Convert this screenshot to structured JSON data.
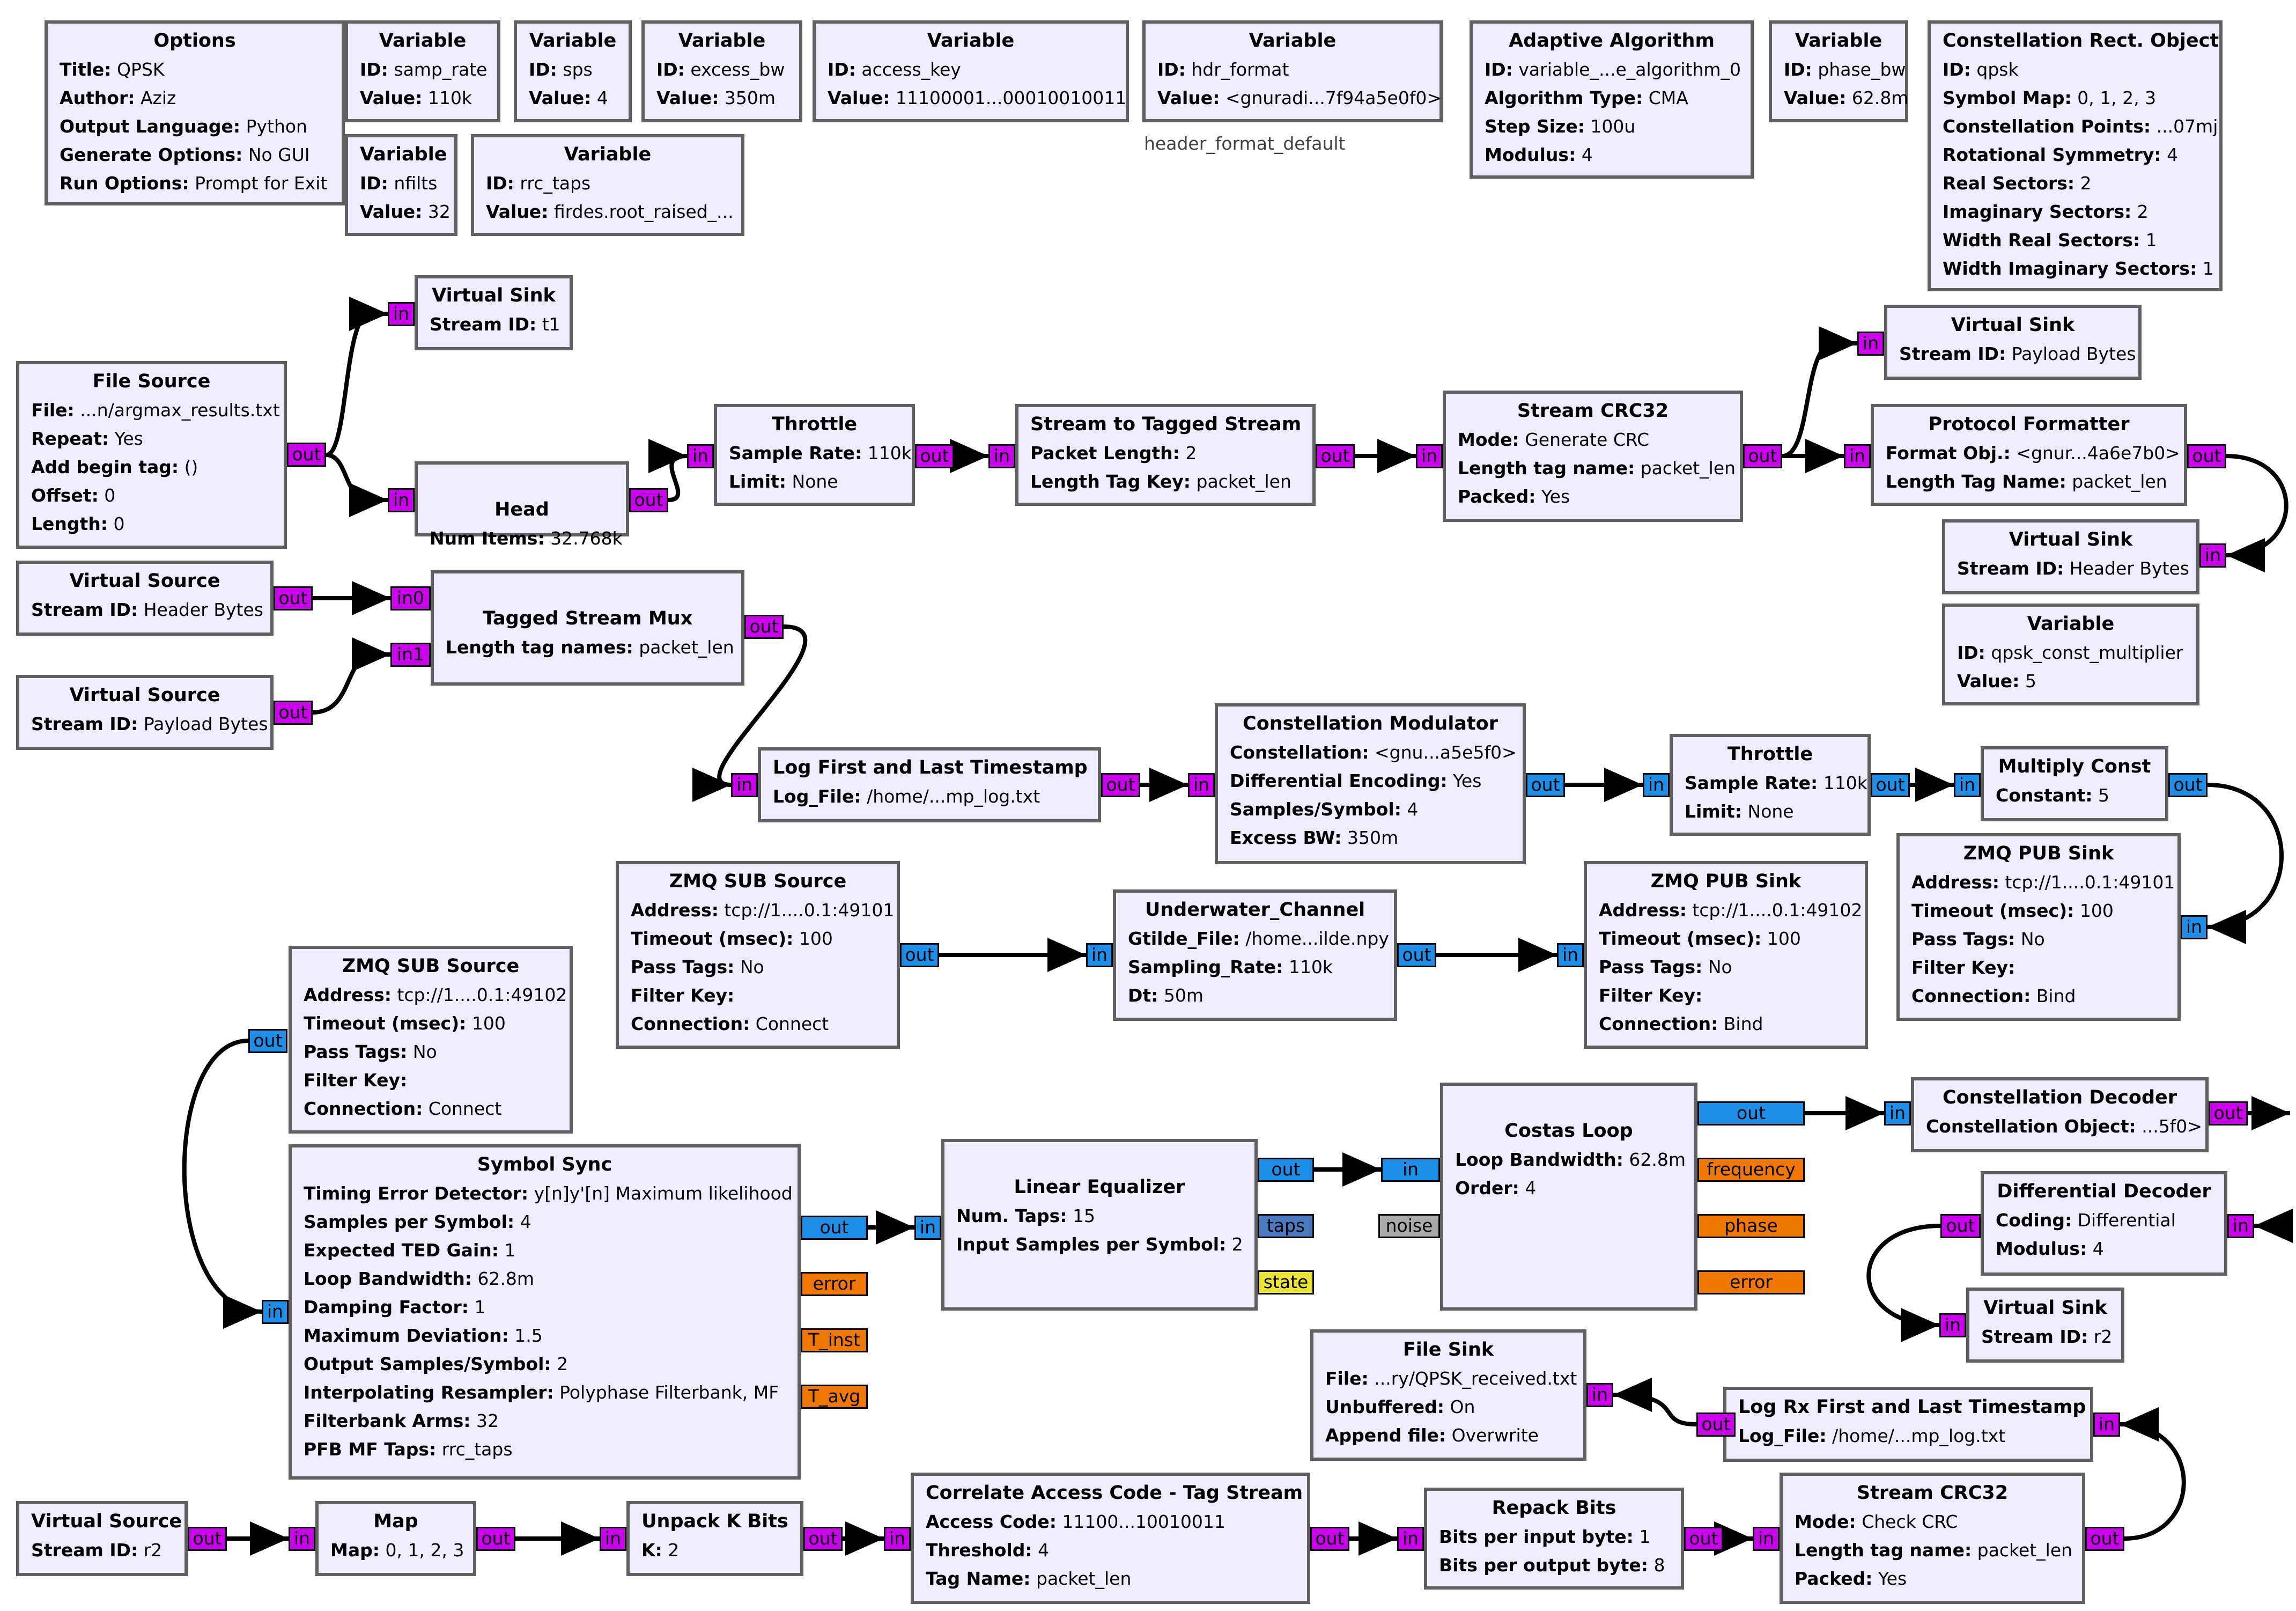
{
  "blocks": [
    {
      "id": "options",
      "title": "Options",
      "rows": [
        [
          "Title:",
          "QPSK"
        ],
        [
          "Author:",
          "Aziz"
        ],
        [
          "Output Language:",
          "Python"
        ],
        [
          "Generate Options:",
          "No GUI"
        ],
        [
          "Run Options:",
          "Prompt for Exit"
        ]
      ]
    },
    {
      "id": "var_samp_rate",
      "title": "Variable",
      "rows": [
        [
          "ID:",
          "samp_rate"
        ],
        [
          "Value:",
          "110k"
        ]
      ]
    },
    {
      "id": "var_sps",
      "title": "Variable",
      "rows": [
        [
          "ID:",
          "sps"
        ],
        [
          "Value:",
          "4"
        ]
      ]
    },
    {
      "id": "var_excess_bw",
      "title": "Variable",
      "rows": [
        [
          "ID:",
          "excess_bw"
        ],
        [
          "Value:",
          "350m"
        ]
      ]
    },
    {
      "id": "var_access_key",
      "title": "Variable",
      "rows": [
        [
          "ID:",
          "access_key"
        ],
        [
          "Value:",
          "11100001...00010010011"
        ]
      ]
    },
    {
      "id": "var_hdr_format",
      "title": "Variable",
      "rows": [
        [
          "ID:",
          "hdr_format"
        ],
        [
          "Value:",
          "<gnuradi...7f94a5e0f0>"
        ]
      ]
    },
    {
      "id": "adaptive_alg",
      "title": "Adaptive Algorithm",
      "rows": [
        [
          "ID:",
          "variable_...e_algorithm_0"
        ],
        [
          "Algorithm Type:",
          "CMA"
        ],
        [
          "Step Size:",
          "100u"
        ],
        [
          "Modulus:",
          "4"
        ]
      ]
    },
    {
      "id": "var_phase_bw",
      "title": "Variable",
      "rows": [
        [
          "ID:",
          "phase_bw"
        ],
        [
          "Value:",
          "62.8m"
        ]
      ]
    },
    {
      "id": "const_rect",
      "title": "Constellation Rect. Object",
      "rows": [
        [
          "ID:",
          "qpsk"
        ],
        [
          "Symbol Map:",
          "0, 1, 2, 3"
        ],
        [
          "Constellation Points:",
          "...07mj"
        ],
        [
          "Rotational Symmetry:",
          "4"
        ],
        [
          "Real Sectors:",
          "2"
        ],
        [
          "Imaginary Sectors:",
          "2"
        ],
        [
          "Width Real Sectors:",
          "1"
        ],
        [
          "Width Imaginary Sectors:",
          "1"
        ]
      ]
    },
    {
      "id": "var_nfilts",
      "title": "Variable",
      "rows": [
        [
          "ID:",
          "nfilts"
        ],
        [
          "Value:",
          "32"
        ]
      ]
    },
    {
      "id": "var_rrc_taps",
      "title": "Variable",
      "rows": [
        [
          "ID:",
          "rrc_taps"
        ],
        [
          "Value:",
          "firdes.root_raised_..."
        ]
      ]
    },
    {
      "id": "vsink_t1",
      "title": "Virtual Sink",
      "rows": [
        [
          "Stream ID:",
          "t1"
        ]
      ]
    },
    {
      "id": "file_source",
      "title": "File Source",
      "rows": [
        [
          "File:",
          "...n/argmax_results.txt"
        ],
        [
          "Repeat:",
          "Yes"
        ],
        [
          "Add begin tag:",
          "()"
        ],
        [
          "Offset:",
          "0"
        ],
        [
          "Length:",
          "0"
        ]
      ]
    },
    {
      "id": "head",
      "title": "Head",
      "rows": [
        [
          "Num Items:",
          "32.768k"
        ]
      ]
    },
    {
      "id": "throttle1",
      "title": "Throttle",
      "rows": [
        [
          "Sample Rate:",
          "110k"
        ],
        [
          "Limit:",
          "None"
        ]
      ]
    },
    {
      "id": "s2ts",
      "title": "Stream to Tagged Stream",
      "rows": [
        [
          "Packet Length:",
          "2"
        ],
        [
          "Length Tag Key:",
          "packet_len"
        ]
      ]
    },
    {
      "id": "crc_gen",
      "title": "Stream CRC32",
      "rows": [
        [
          "Mode:",
          "Generate CRC"
        ],
        [
          "Length tag name:",
          "packet_len"
        ],
        [
          "Packed:",
          "Yes"
        ]
      ]
    },
    {
      "id": "vsink_payload",
      "title": "Virtual Sink",
      "rows": [
        [
          "Stream ID:",
          "Payload Bytes"
        ]
      ]
    },
    {
      "id": "proto_fmt",
      "title": "Protocol Formatter",
      "rows": [
        [
          "Format Obj.:",
          "<gnur...4a6e7b0>"
        ],
        [
          "Length Tag Name:",
          "packet_len"
        ]
      ]
    },
    {
      "id": "vsink_header",
      "title": "Virtual Sink",
      "rows": [
        [
          "Stream ID:",
          "Header Bytes"
        ]
      ]
    },
    {
      "id": "var_qpsk_mult",
      "title": "Variable",
      "rows": [
        [
          "ID:",
          "qpsk_const_multiplier"
        ],
        [
          "Value:",
          "5"
        ]
      ]
    },
    {
      "id": "vsrc_header",
      "title": "Virtual Source",
      "rows": [
        [
          "Stream ID:",
          "Header Bytes"
        ]
      ]
    },
    {
      "id": "vsrc_payload",
      "title": "Virtual Source",
      "rows": [
        [
          "Stream ID:",
          "Payload Bytes"
        ]
      ]
    },
    {
      "id": "ts_mux",
      "title": "Tagged Stream Mux",
      "rows": [
        [
          "Length tag names:",
          "packet_len"
        ]
      ]
    },
    {
      "id": "log_ts",
      "title": "Log First and Last Timestamp",
      "rows": [
        [
          "Log_File:",
          "/home/...mp_log.txt"
        ]
      ]
    },
    {
      "id": "const_mod",
      "title": "Constellation Modulator",
      "rows": [
        [
          "Constellation:",
          "<gnu...a5e5f0>"
        ],
        [
          "Differential Encoding:",
          "Yes"
        ],
        [
          "Samples/Symbol:",
          "4"
        ],
        [
          "Excess BW:",
          "350m"
        ]
      ]
    },
    {
      "id": "throttle2",
      "title": "Throttle",
      "rows": [
        [
          "Sample Rate:",
          "110k"
        ],
        [
          "Limit:",
          "None"
        ]
      ]
    },
    {
      "id": "mult_const",
      "title": "Multiply Const",
      "rows": [
        [
          "Constant:",
          "5"
        ]
      ]
    },
    {
      "id": "zmq_sub1",
      "title": "ZMQ SUB Source",
      "rows": [
        [
          "Address:",
          "tcp://1....0.1:49101"
        ],
        [
          "Timeout (msec):",
          "100"
        ],
        [
          "Pass Tags:",
          "No"
        ],
        [
          "Filter Key:",
          ""
        ],
        [
          "Connection:",
          "Connect"
        ]
      ]
    },
    {
      "id": "uw_channel",
      "title": "Underwater_Channel",
      "rows": [
        [
          "Gtilde_File:",
          "/home...ilde.npy"
        ],
        [
          "Sampling_Rate:",
          "110k"
        ],
        [
          "Dt:",
          "50m"
        ]
      ]
    },
    {
      "id": "zmq_pub2",
      "title": "ZMQ PUB Sink",
      "rows": [
        [
          "Address:",
          "tcp://1....0.1:49102"
        ],
        [
          "Timeout (msec):",
          "100"
        ],
        [
          "Pass Tags:",
          "No"
        ],
        [
          "Filter Key:",
          ""
        ],
        [
          "Connection:",
          "Bind"
        ]
      ]
    },
    {
      "id": "zmq_pub1",
      "title": "ZMQ PUB Sink",
      "rows": [
        [
          "Address:",
          "tcp://1....0.1:49101"
        ],
        [
          "Timeout (msec):",
          "100"
        ],
        [
          "Pass Tags:",
          "No"
        ],
        [
          "Filter Key:",
          ""
        ],
        [
          "Connection:",
          "Bind"
        ]
      ]
    },
    {
      "id": "zmq_sub2",
      "title": "ZMQ SUB Source",
      "rows": [
        [
          "Address:",
          "tcp://1....0.1:49102"
        ],
        [
          "Timeout (msec):",
          "100"
        ],
        [
          "Pass Tags:",
          "No"
        ],
        [
          "Filter Key:",
          ""
        ],
        [
          "Connection:",
          "Connect"
        ]
      ]
    },
    {
      "id": "symbol_sync",
      "title": "Symbol Sync",
      "rows": [
        [
          "Timing Error Detector:",
          "y[n]y'[n] Maximum likelihood"
        ],
        [
          "Samples per Symbol:",
          "4"
        ],
        [
          "Expected TED Gain:",
          "1"
        ],
        [
          "Loop Bandwidth:",
          "62.8m"
        ],
        [
          "Damping Factor:",
          "1"
        ],
        [
          "Maximum Deviation:",
          "1.5"
        ],
        [
          "Output Samples/Symbol:",
          "2"
        ],
        [
          "Interpolating Resampler:",
          "Polyphase Filterbank, MF"
        ],
        [
          "Filterbank Arms:",
          "32"
        ],
        [
          "PFB MF Taps:",
          "rrc_taps"
        ]
      ]
    },
    {
      "id": "lin_eq",
      "title": "Linear Equalizer",
      "rows": [
        [
          "Num. Taps:",
          "15"
        ],
        [
          "Input Samples per Symbol:",
          "2"
        ]
      ]
    },
    {
      "id": "costas",
      "title": "Costas Loop",
      "rows": [
        [
          "Loop Bandwidth:",
          "62.8m"
        ],
        [
          "Order:",
          "4"
        ]
      ]
    },
    {
      "id": "const_dec",
      "title": "Constellation Decoder",
      "rows": [
        [
          "Constellation Object:",
          "...5f0>"
        ]
      ]
    },
    {
      "id": "diff_dec",
      "title": "Differential Decoder",
      "rows": [
        [
          "Coding:",
          "Differential"
        ],
        [
          "Modulus:",
          "4"
        ]
      ]
    },
    {
      "id": "vsink_r2",
      "title": "Virtual Sink",
      "rows": [
        [
          "Stream ID:",
          "r2"
        ]
      ]
    },
    {
      "id": "file_sink",
      "title": "File Sink",
      "rows": [
        [
          "File:",
          "...ry/QPSK_received.txt"
        ],
        [
          "Unbuffered:",
          "On"
        ],
        [
          "Append file:",
          "Overwrite"
        ]
      ]
    },
    {
      "id": "log_rx_ts",
      "title": "Log Rx First and Last Timestamp",
      "rows": [
        [
          "Log_File:",
          "/home/...mp_log.txt"
        ]
      ]
    },
    {
      "id": "vsrc_r2",
      "title": "Virtual Source",
      "rows": [
        [
          "Stream ID:",
          "r2"
        ]
      ]
    },
    {
      "id": "map",
      "title": "Map",
      "rows": [
        [
          "Map:",
          "0, 1, 2, 3"
        ]
      ]
    },
    {
      "id": "unpack",
      "title": "Unpack K Bits",
      "rows": [
        [
          "K:",
          "2"
        ]
      ]
    },
    {
      "id": "corr_access",
      "title": "Correlate Access Code - Tag Stream",
      "rows": [
        [
          "Access Code:",
          "11100...10010011"
        ],
        [
          "Threshold:",
          "4"
        ],
        [
          "Tag Name:",
          "packet_len"
        ]
      ]
    },
    {
      "id": "repack",
      "title": "Repack Bits",
      "rows": [
        [
          "Bits per input byte:",
          "1"
        ],
        [
          "Bits per output byte:",
          "8"
        ]
      ]
    },
    {
      "id": "crc_check",
      "title": "Stream CRC32",
      "rows": [
        [
          "Mode:",
          "Check CRC"
        ],
        [
          "Length tag name:",
          "packet_len"
        ],
        [
          "Packed:",
          "Yes"
        ]
      ]
    }
  ],
  "captions": {
    "hdr_default": "header_format_default"
  },
  "port_labels": {
    "in": "in",
    "out": "out",
    "in0": "in0",
    "in1": "in1",
    "error": "error",
    "T_inst": "T_inst",
    "T_avg": "T_avg",
    "taps": "taps",
    "state": "state",
    "noise": "noise",
    "frequency": "frequency",
    "phase": "phase"
  },
  "colors": {
    "block_fill": "#efecfc",
    "block_border": "#606060",
    "byte_port": "#cc00ee",
    "complex_port": "#1e8fe8",
    "float_port": "#f07800",
    "short_port": "#ece430"
  }
}
